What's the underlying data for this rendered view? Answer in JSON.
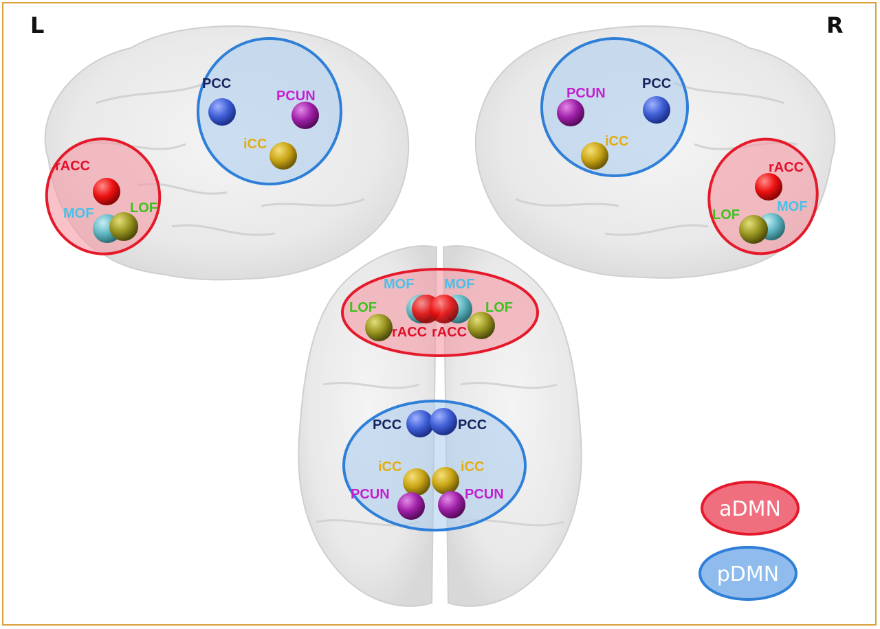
{
  "hemisphere_labels": {
    "left": "L",
    "right": "R"
  },
  "colors": {
    "frame": "#d9a03a",
    "admn_ring": "#e41a2b",
    "admn_fill": "#f59aa5",
    "pdmn_ring": "#2f7fd8",
    "pdmn_fill": "#a9ccef",
    "PCC": "#3f5fd6",
    "PCUN": "#a020a8",
    "iCC": "#c9a515",
    "rACC": "#ee1111",
    "MOF": "#5fb6c2",
    "LOF": "#9a9620"
  },
  "label_colors": {
    "PCC": "#13235e",
    "PCUN": "#c21fd0",
    "iCC": "#e3ac12",
    "rACC": "#e0102a",
    "MOF": "#48c1e8",
    "LOF": "#3ec11f"
  },
  "legend": {
    "admn": "aDMN",
    "pdmn": "pDMN"
  },
  "views": {
    "left": {
      "pdmn": [
        "PCC",
        "PCUN",
        "iCC"
      ],
      "admn": [
        "rACC",
        "MOF",
        "LOF"
      ]
    },
    "right": {
      "pdmn": [
        "PCUN",
        "PCC",
        "iCC"
      ],
      "admn": [
        "rACC",
        "LOF",
        "MOF"
      ]
    },
    "axial": {
      "admn": [
        "MOF",
        "MOF",
        "LOF",
        "LOF",
        "rACC",
        "rACC"
      ],
      "pdmn": [
        "PCC",
        "PCC",
        "iCC",
        "iCC",
        "PCUN",
        "PCUN"
      ]
    }
  }
}
